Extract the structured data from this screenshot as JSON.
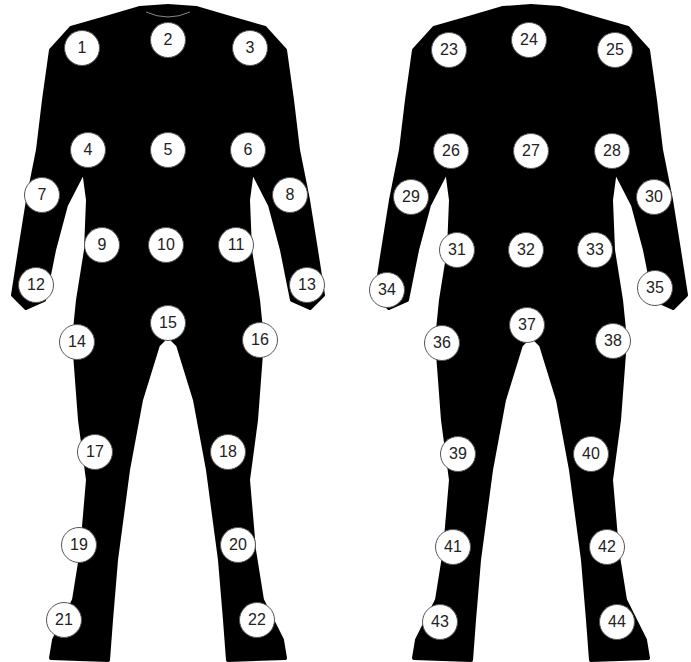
{
  "diagram": {
    "nodes": [
      {
        "text": [
          "1"
        ]
      },
      {
        "text": [
          "2"
        ]
      },
      {
        "text": [
          "3"
        ]
      },
      {
        "text": [
          "4"
        ]
      },
      {
        "text": [
          "5"
        ]
      },
      {
        "text": [
          "6"
        ]
      },
      {
        "text": [
          "7"
        ]
      },
      {
        "text": [
          "8"
        ]
      },
      {
        "text": [
          "9"
        ]
      },
      {
        "text": [
          "10"
        ]
      },
      {
        "text": [
          "11"
        ]
      },
      {
        "text": [
          "12"
        ]
      },
      {
        "text": [
          "13"
        ]
      },
      {
        "text": [
          "14"
        ]
      },
      {
        "text": [
          "15"
        ]
      },
      {
        "text": [
          "16"
        ]
      },
      {
        "text": [
          "17"
        ]
      },
      {
        "text": [
          "18"
        ]
      },
      {
        "text": [
          "19"
        ]
      },
      {
        "text": [
          "20"
        ]
      },
      {
        "text": [
          "21"
        ]
      },
      {
        "text": [
          "22"
        ]
      },
      {
        "text": [
          "23"
        ]
      },
      {
        "text": [
          "24"
        ]
      },
      {
        "text": [
          "25"
        ]
      },
      {
        "text": [
          "26"
        ]
      },
      {
        "text": [
          "27"
        ]
      },
      {
        "text": [
          "28"
        ]
      },
      {
        "text": [
          "29"
        ]
      },
      {
        "text": [
          "30"
        ]
      },
      {
        "text": [
          "31"
        ]
      },
      {
        "text": [
          "32"
        ]
      },
      {
        "text": [
          "33"
        ]
      },
      {
        "text": [
          "34"
        ]
      },
      {
        "text": [
          "35"
        ]
      },
      {
        "text": [
          "36"
        ]
      },
      {
        "text": [
          "37"
        ]
      },
      {
        "text": [
          "38"
        ]
      },
      {
        "text": [
          "39"
        ]
      },
      {
        "text": [
          "40"
        ]
      },
      {
        "text": [
          "41"
        ]
      },
      {
        "text": [
          "42"
        ]
      },
      {
        "text": [
          "43"
        ]
      },
      {
        "text": [
          "44"
        ]
      }
    ]
  }
}
